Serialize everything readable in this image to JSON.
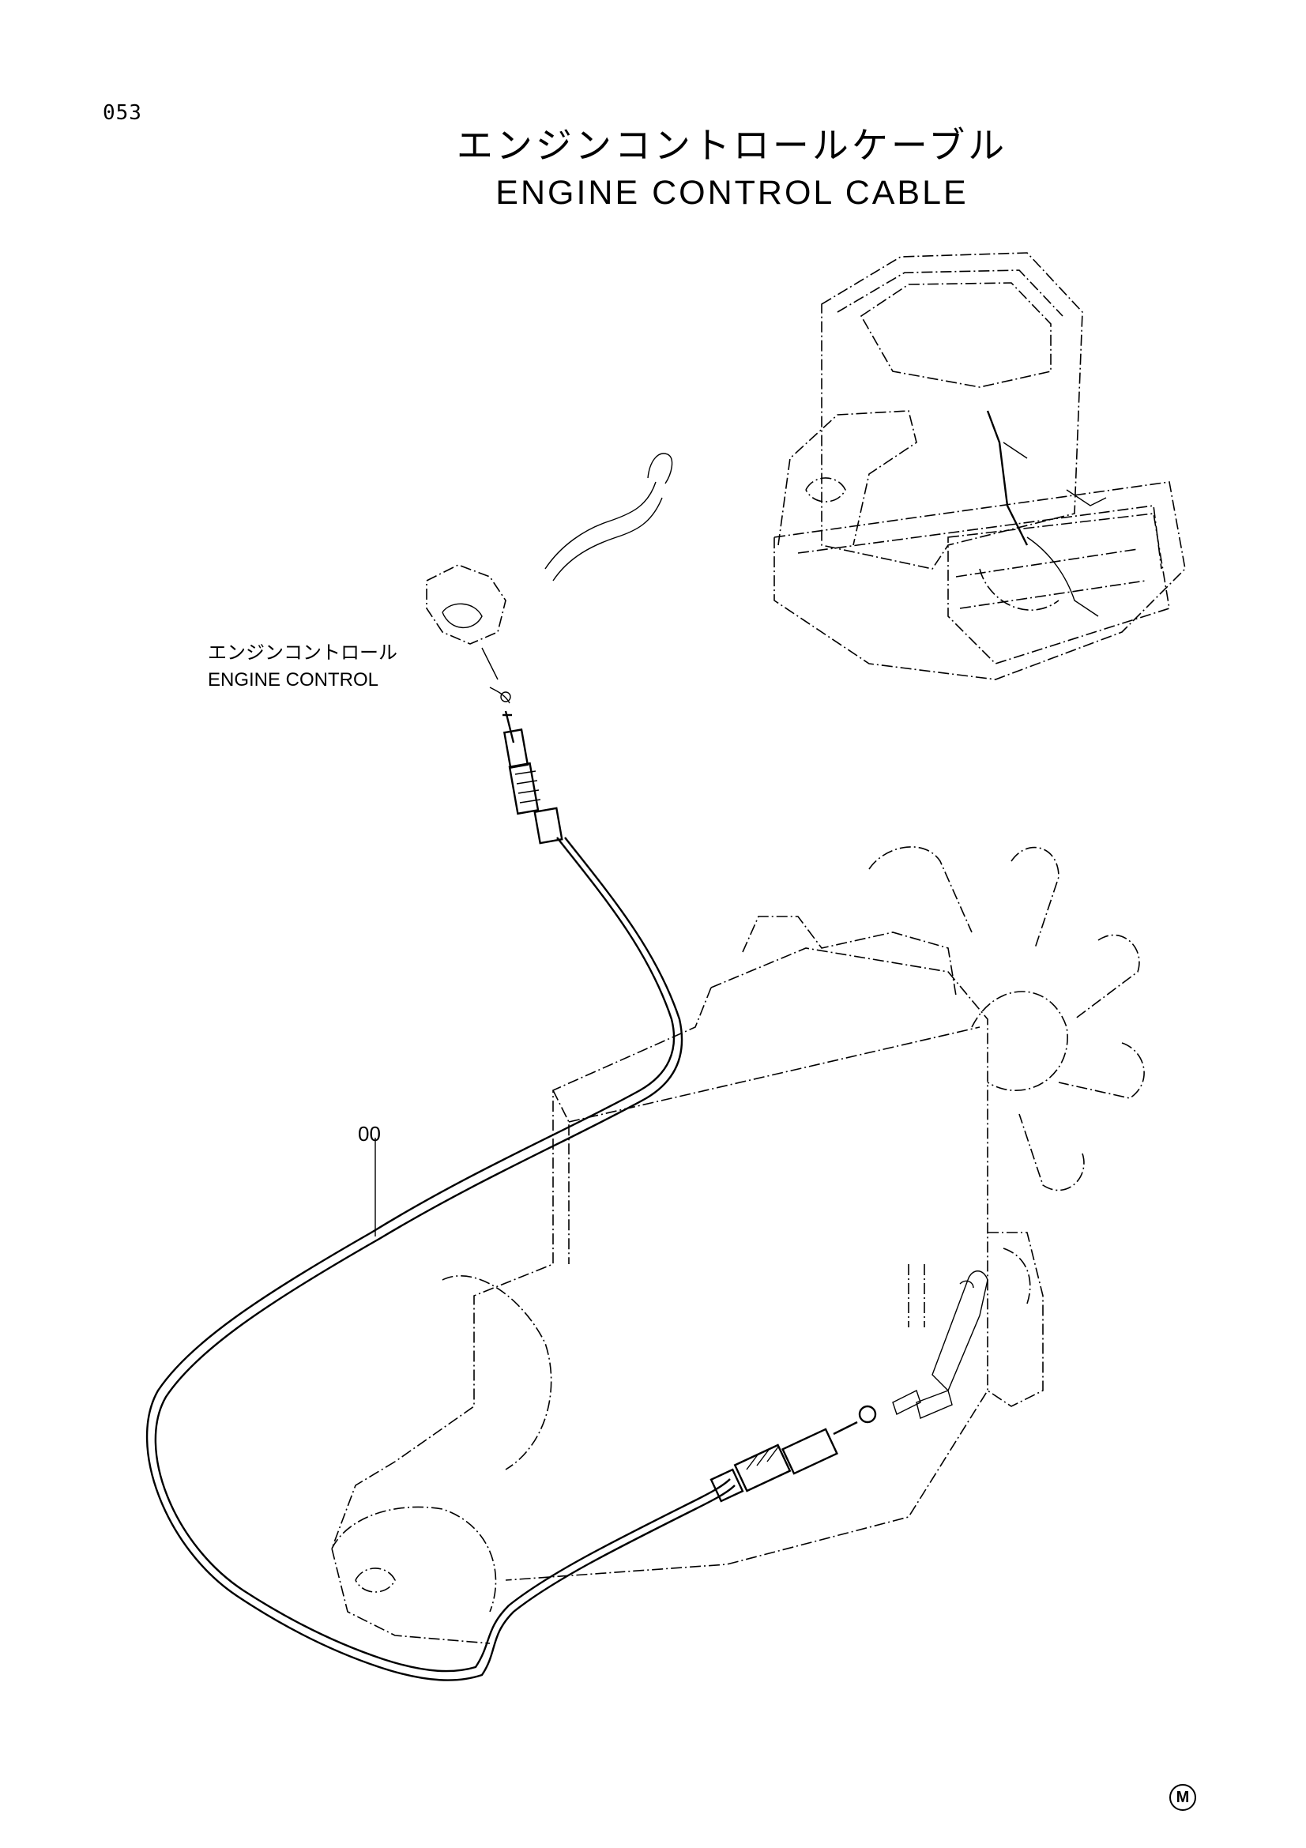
{
  "page_number": "053",
  "title": {
    "japanese": "エンジンコントロールケーブル",
    "english": "ENGINE CONTROL CABLE"
  },
  "callouts": {
    "engine_control_jp": "エンジンコントロール",
    "engine_control_en": "ENGINE CONTROL",
    "cable_part_number": "00"
  },
  "mark": "M"
}
